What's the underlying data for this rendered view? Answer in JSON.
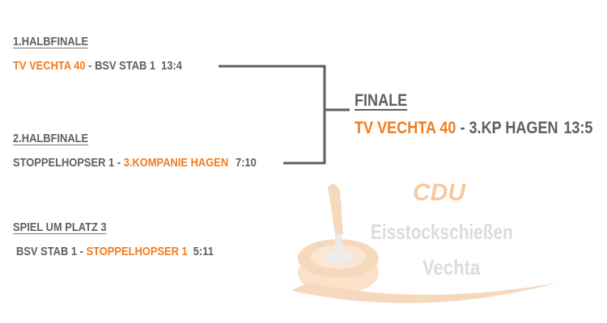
{
  "semi1": {
    "heading": "1.HALBFINALE",
    "team_a": "TV VECHTA 40",
    "separator": " - ",
    "team_b": "BSV STAB 1",
    "score": "13:4"
  },
  "semi2": {
    "heading": "2.HALBFINALE",
    "team_a": "STOPPELHOPSER 1",
    "separator": " - ",
    "team_b": "3.KOMPANIE HAGEN",
    "score": "7:10"
  },
  "third_place": {
    "heading": "SPIEL UM PLATZ 3",
    "team_a": "BSV STAB 1",
    "separator": " - ",
    "team_b": "STOPPELHOPSER 1",
    "score": "5:11"
  },
  "final": {
    "heading": "FINALE",
    "team_a": "TV VECHTA 40",
    "separator": " - ",
    "team_b": "3.KP HAGEN",
    "score": "13:5"
  },
  "watermark": {
    "brand": "CDU",
    "line1": "Eisstockschießen",
    "line2": "Vechta"
  },
  "colors": {
    "winner": "#f07c1e",
    "text": "#5f5f5f",
    "bracket_line": "#5f5f5f"
  },
  "icons": [
    "eisstock-icon"
  ]
}
